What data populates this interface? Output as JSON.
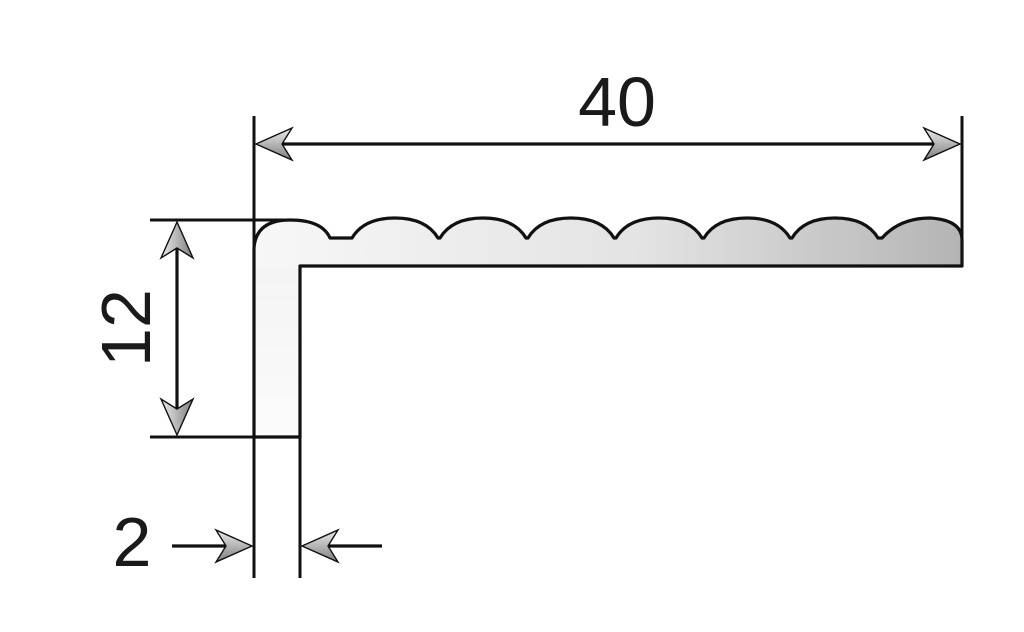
{
  "dimensions": {
    "width_label": "40",
    "height_label": "12",
    "thickness_label": "2"
  },
  "colors": {
    "outline": "#111111",
    "arrow_fill_light": "#e6e6e6",
    "arrow_fill_dark": "#8a8a8a",
    "profile_fill_light": "#f7f7f7",
    "profile_fill_dark": "#b4b4b4"
  }
}
